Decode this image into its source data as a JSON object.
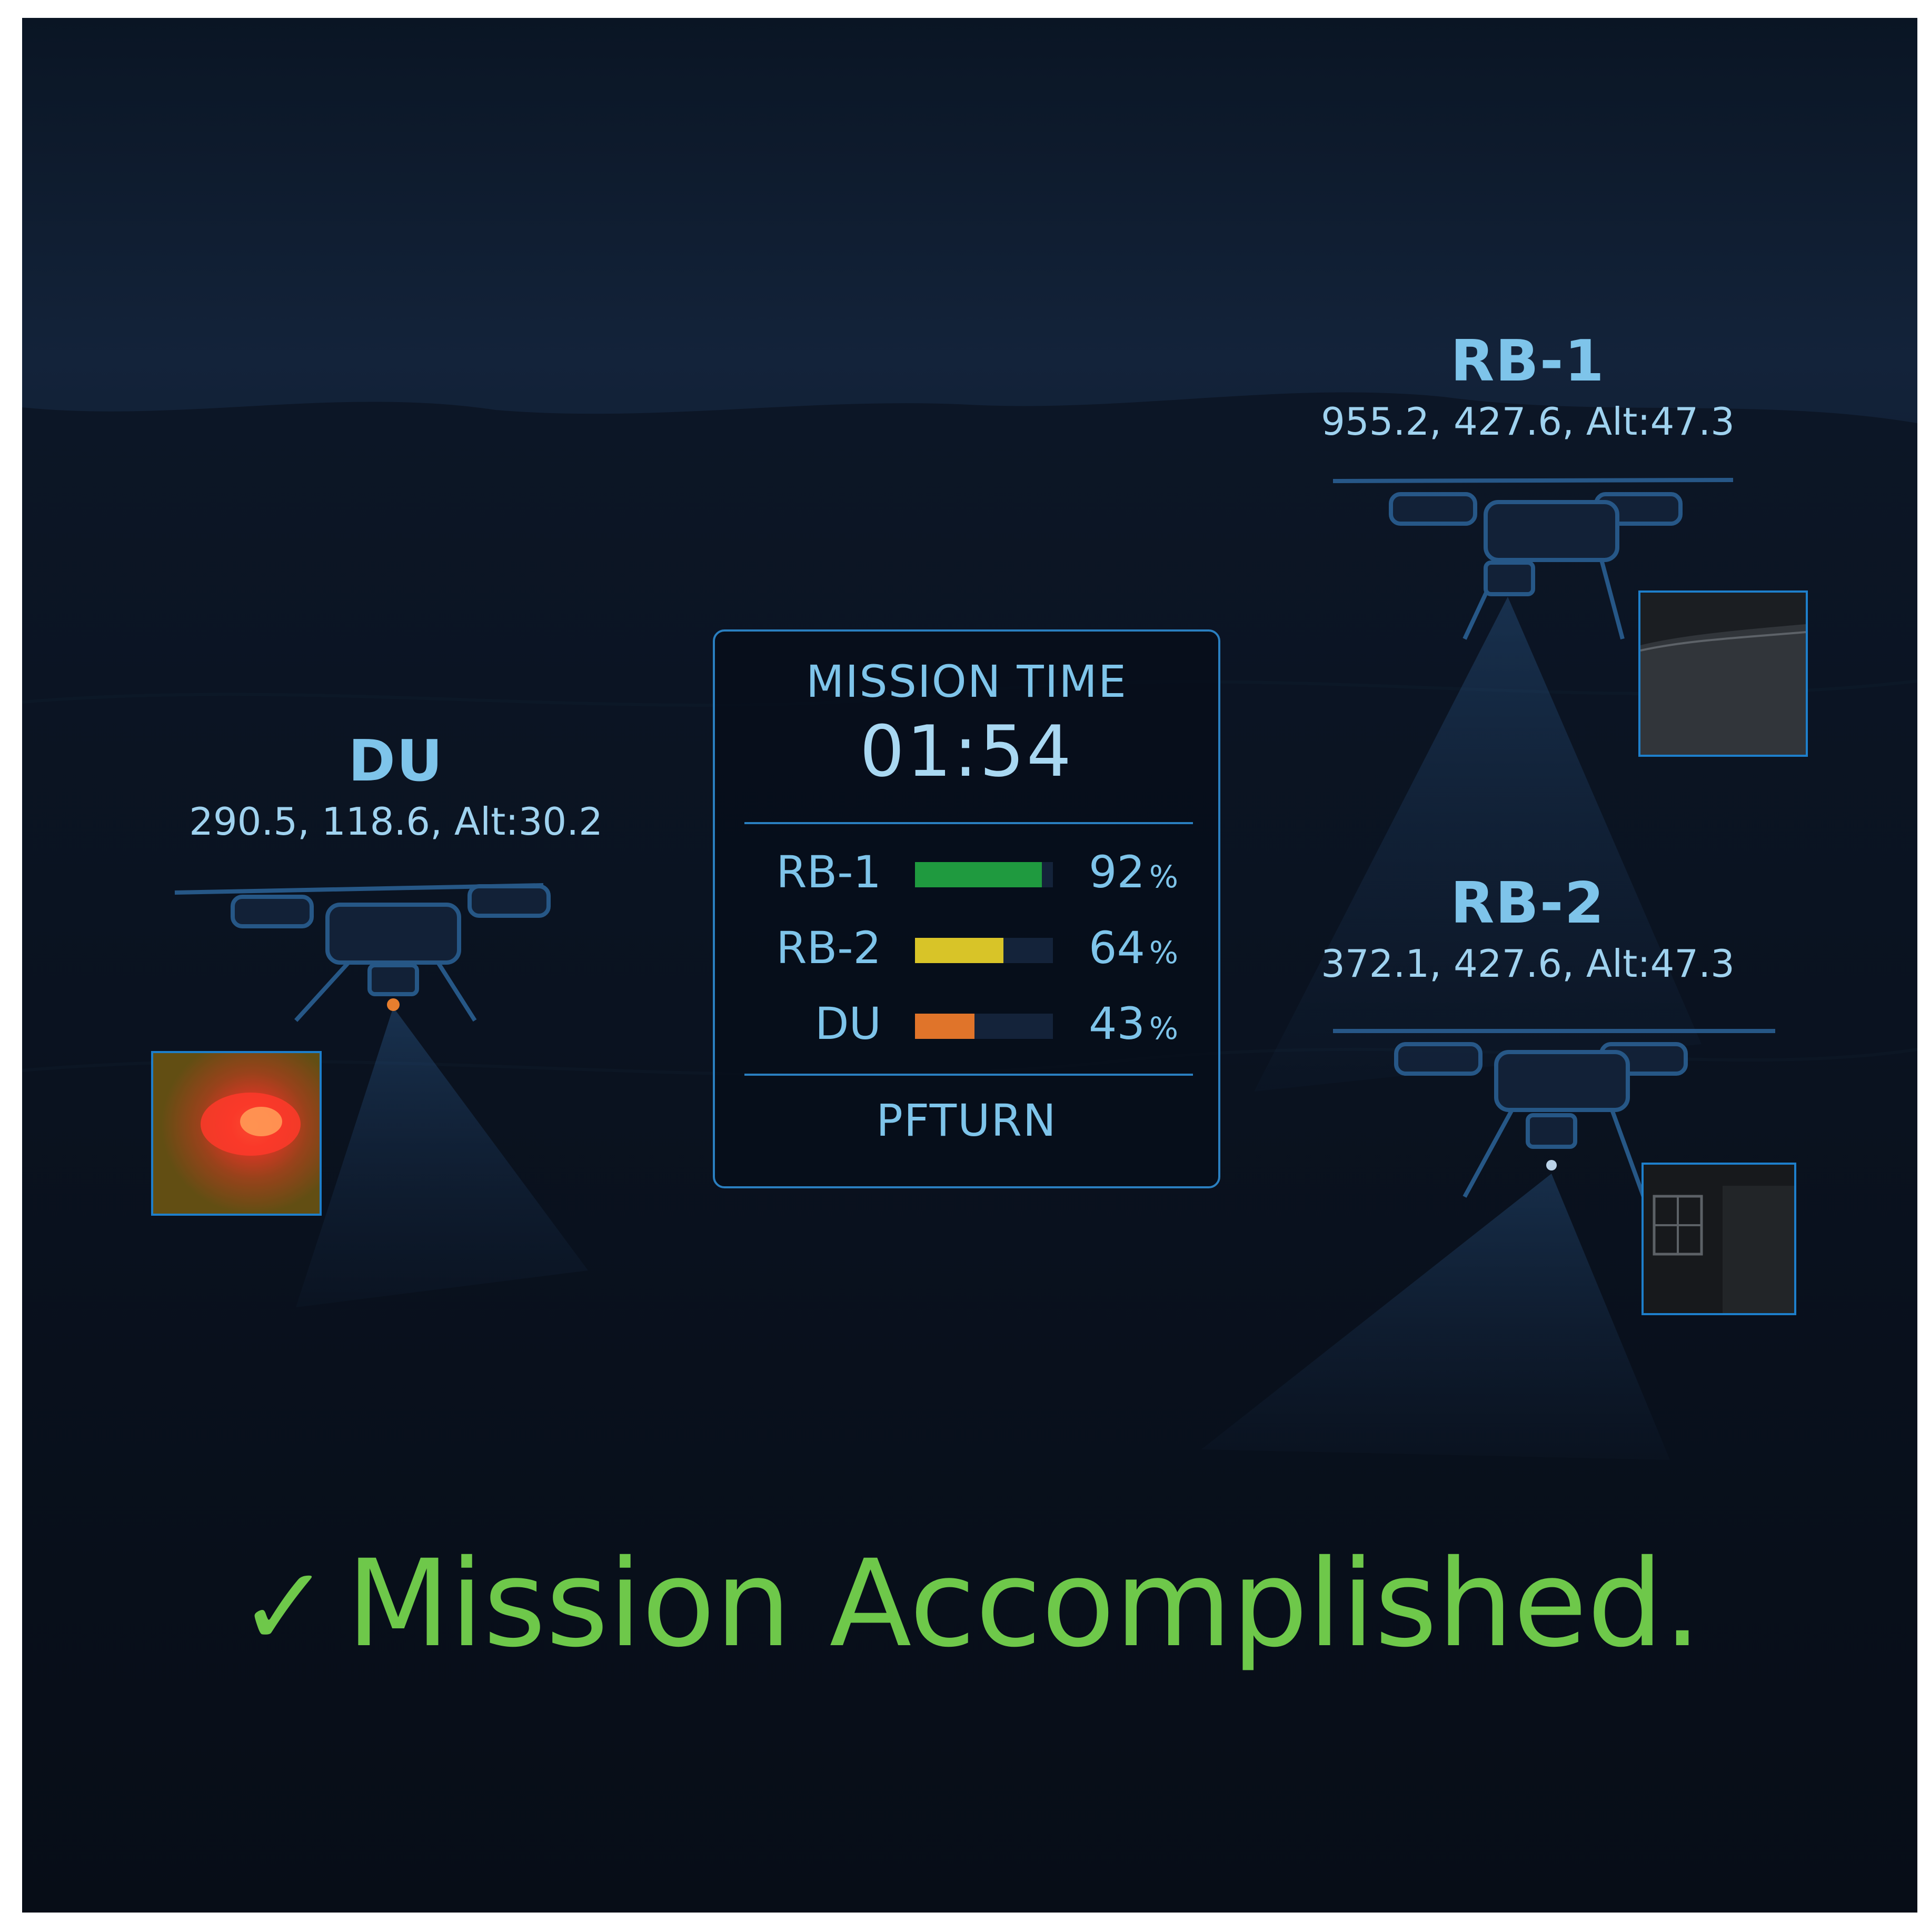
{
  "drones": [
    {
      "id": "du",
      "name": "DU",
      "coords": "290.5, 118.6, Alt:30.2"
    },
    {
      "id": "rb1",
      "name": "RB-1",
      "coords": "955.2, 427.6, Alt:47.3"
    },
    {
      "id": "rb2",
      "name": "RB-2",
      "coords": "372.1, 427.6, Alt:47.3"
    }
  ],
  "panel": {
    "title": "MISSION TIME",
    "timer": "01:54",
    "rows": [
      {
        "label": "RB-1",
        "value": "92",
        "unit": "%",
        "fraction": 0.92,
        "color": "#1f9a3f"
      },
      {
        "label": "RB-2",
        "value": "64",
        "unit": "%",
        "fraction": 0.64,
        "color": "#d8c428"
      },
      {
        "label": "DU",
        "value": "43",
        "unit": "%",
        "fraction": 0.43,
        "color": "#e0742a"
      }
    ],
    "footer": "PFTURN"
  },
  "status": {
    "check": "✓",
    "message": "Mission Accomplished."
  },
  "colors": {
    "accent": "#7ec4ea",
    "frame": "#2a7fc0",
    "success": "#6ec84a"
  }
}
